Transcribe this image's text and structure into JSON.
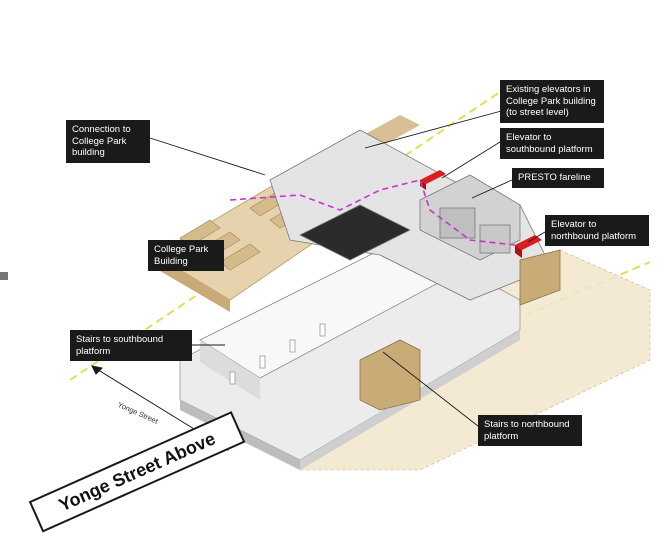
{
  "labels": {
    "connection": "Connection to\nCollege Park\nbuilding",
    "existing_elevators": "Existing elevators in\nCollege Park building\n(to street level)",
    "elevator_southbound": "Elevator to\nsouthbound platform",
    "presto": "PRESTO fareline",
    "college_park_building": "College Park\nBuilding",
    "elevator_northbound": "Elevator to\nnorthbound platform",
    "stairs_southbound": "Stairs to southbound\nplatform",
    "stairs_northbound": "Stairs to northbound\nplatform",
    "yonge_street": "Yonge Street",
    "yonge_street_above": "Yonge Street Above"
  },
  "colors": {
    "building_tan": "#e6d3ad",
    "building_tan_dark": "#c9ab78",
    "elevator_red": "#d81e1e",
    "route_magenta": "#cc33cc",
    "yellow_dash": "#e3dd52",
    "structure_grey": "#d8d8d8",
    "callout_bg": "#1a1a1a"
  }
}
